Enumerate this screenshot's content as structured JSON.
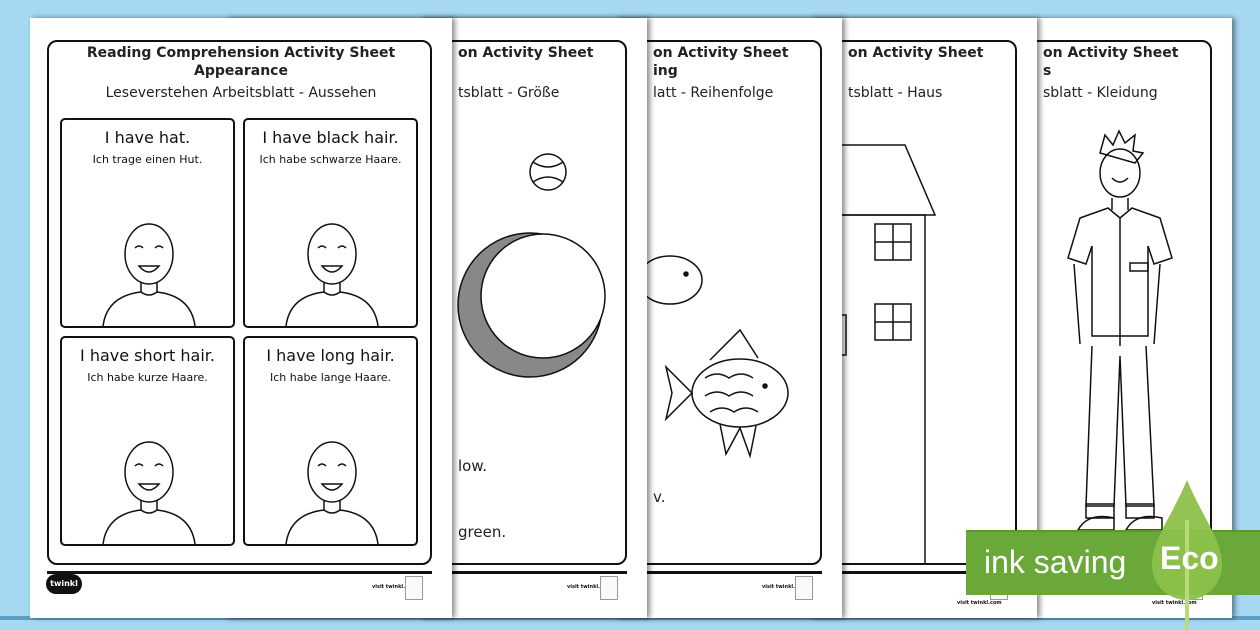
{
  "sheets": [
    {
      "title": "Reading Comprehension Activity Sheet",
      "topic": "Appearance",
      "subtitle": "Leseverstehen Arbeitsblatt - Aussehen",
      "cells": [
        {
          "en": "I have hat.",
          "de": "Ich trage einen Hut."
        },
        {
          "en": "I have black hair.",
          "de": "Ich habe schwarze Haare."
        },
        {
          "en": "I have short hair.",
          "de": "Ich habe kurze Haare."
        },
        {
          "en": "I have long hair.",
          "de": "Ich habe lange Haare."
        }
      ]
    },
    {
      "title_fragment": "on Activity Sheet",
      "subtitle_fragment": "tsblatt - Größe",
      "body_fragments": [
        "low.",
        "green."
      ]
    },
    {
      "title_fragment": "on Activity Sheet",
      "topic_fragment": "ing",
      "subtitle_fragment": "latt - Reihenfolge",
      "body_fragments": [
        "v."
      ]
    },
    {
      "title_fragment": "on Activity Sheet",
      "topic_fragment": "",
      "subtitle_fragment": "tsblatt - Haus"
    },
    {
      "title_fragment": "on Activity Sheet",
      "topic_fragment": "s",
      "subtitle_fragment": "sblatt - Kleidung"
    }
  ],
  "footer": {
    "logo": "twinkl",
    "visit": "visit twinkl.com"
  },
  "eco_badge": {
    "label": "ink saving",
    "eco": "Eco",
    "color": "#6aa83a",
    "leaf_color": "#8cc04a"
  },
  "background": "#a6d8f4"
}
